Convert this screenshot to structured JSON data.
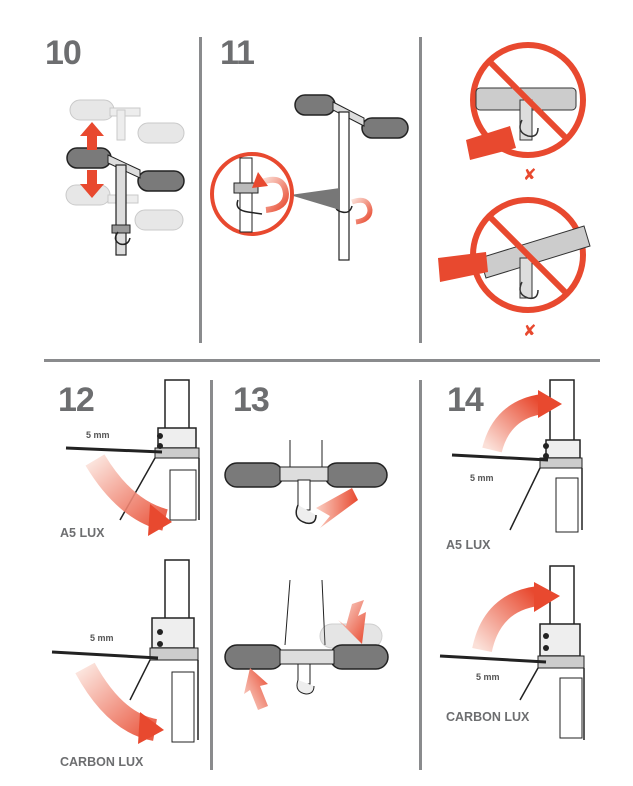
{
  "steps": {
    "s10": "10",
    "s11": "11",
    "s12": "12",
    "s13": "13",
    "s14": "14"
  },
  "labels": {
    "a5_left": "A5 LUX",
    "carbon_left": "CARBON LUX",
    "a5_right": "A5 LUX",
    "carbon_right": "CARBON LUX"
  },
  "measurements": {
    "m1": "5 mm",
    "m2": "5 mm",
    "m3": "5 mm",
    "m4": "5 mm"
  },
  "colors": {
    "accent": "#e8492f",
    "number_gray": "#6d6e70",
    "divider": "#8a8b8d"
  },
  "icons": {
    "warning_mark": "cross-icon"
  }
}
